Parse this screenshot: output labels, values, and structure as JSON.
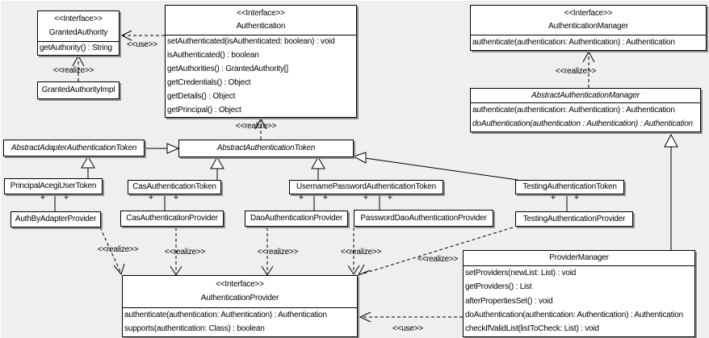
{
  "app": {
    "background": "#efefef",
    "box_fill": "#ffffff",
    "line_color": "#000000",
    "shadow_color": "#8f8f8f"
  },
  "labels": {
    "interface": "<<Interface>>",
    "realize": "<<realize>>",
    "use": "<<use>>",
    "plus": "+"
  },
  "classes": {
    "granted_authority": {
      "stereotype": "<<Interface>>",
      "name": "GrantedAuthority",
      "methods": [
        "getAuthority() : String"
      ]
    },
    "granted_authority_impl": {
      "name": "GrantedAuthorityImpl"
    },
    "authentication": {
      "stereotype": "<<Interface>>",
      "name": "Authentication",
      "methods": [
        "setAuthenticated(isAuthenticated: boolean) : void",
        "isAuthenticated() : boolean",
        "getAuthorities() : GrantedAuthority[]",
        "getCredentials() : Object",
        "getDetails() : Object",
        "getPrincipal() : Object"
      ]
    },
    "authentication_manager": {
      "stereotype": "<<Interface>>",
      "name": "AuthenticationManager",
      "methods": [
        "authenticate(authentication: Authentication) : Authentication"
      ]
    },
    "abstract_authentication_manager": {
      "name": "AbstractAuthenticationManager",
      "methods": [
        "authenticate(authentication: Authentication) : Authentication",
        "doAuthentication(authentication : Authentication) : Authentication"
      ]
    },
    "abstract_adapter_authentication_token": {
      "name": "AbstractAdapterAuthenticationToken"
    },
    "abstract_authentication_token": {
      "name": "AbstractAuthenticationToken"
    },
    "principal_acegi_user_token": {
      "name": "PrincipalAcegiUserToken"
    },
    "cas_authentication_token": {
      "name": "CasAuthenticationToken"
    },
    "username_password_authentication_token": {
      "name": "UsernamePasswordAuthenticationToken"
    },
    "testing_authentication_token": {
      "name": "TestingAuthenticationToken"
    },
    "auth_by_adapter_provider": {
      "name": "AuthByAdapterProvider"
    },
    "cas_authentication_provider": {
      "name": "CasAuthenticationProvider"
    },
    "dao_authentication_provider": {
      "name": "DaoAuthenticationProvider"
    },
    "password_dao_authentication_provider": {
      "name": "PasswordDaoAuthenticationProvider"
    },
    "testing_authentication_provider": {
      "name": "TestingAuthenticationProvider"
    },
    "authentication_provider": {
      "stereotype": "<<Interface>>",
      "name": "AuthenticationProvider",
      "methods": [
        "authenticate(authentication: Authentication) : Authentication",
        "supports(authentication: Class) : boolean"
      ]
    },
    "provider_manager": {
      "name": "ProviderManager",
      "methods": [
        "setProviders(newList: List) : void",
        "getProviders() : List",
        "afterPropertiesSet() : void",
        "doAuthentication(authentication: Authentication) : Authentication",
        "checkIfValidList(listToCheck: List) : void"
      ]
    }
  }
}
